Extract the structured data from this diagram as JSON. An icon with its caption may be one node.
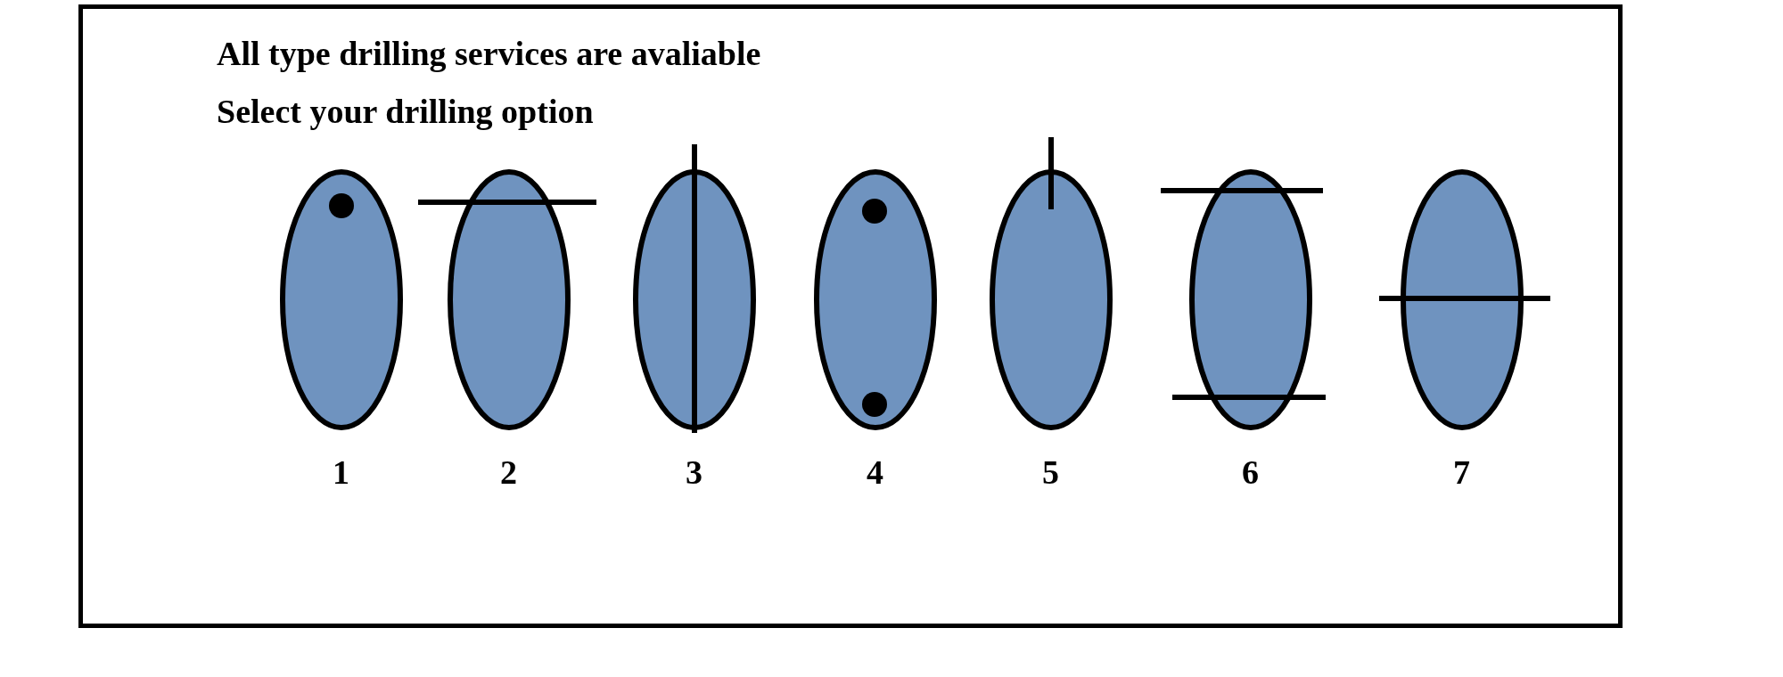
{
  "diagram": {
    "nodes": [
      {
        "text": [],
        "shape": "ellipse",
        "beside": [
          "1"
        ]
      },
      {
        "text": [],
        "shape": "ellipse",
        "beside": [
          "2"
        ]
      },
      {
        "text": [],
        "shape": "ellipse",
        "beside": [
          "3"
        ]
      },
      {
        "text": [],
        "shape": "ellipse",
        "beside": [
          "4"
        ]
      },
      {
        "text": [],
        "shape": "ellipse",
        "beside": [
          "5"
        ]
      },
      {
        "text": [],
        "shape": "ellipse",
        "beside": [
          "6"
        ]
      },
      {
        "text": [],
        "shape": "ellipse",
        "beside": [
          "7"
        ]
      }
    ],
    "labels": [
      "All type drilling services are avaliable",
      "Select your drilling option"
    ]
  }
}
